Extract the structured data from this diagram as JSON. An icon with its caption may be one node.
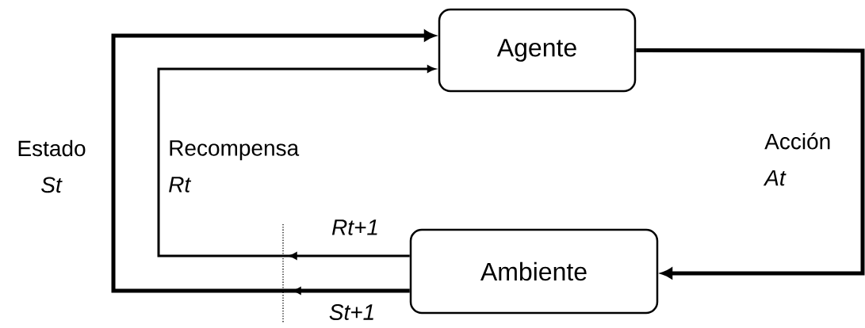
{
  "diagram": {
    "nodes": [
      {
        "text": [
          "Agente"
        ]
      },
      {
        "text": [
          "Ambiente"
        ]
      }
    ],
    "edges": [
      {
        "from": 0,
        "to": 1,
        "arrow": "to",
        "label": "Acción *At*"
      },
      {
        "from": 1,
        "to": 0,
        "arrow": "to",
        "label": "Recompensa *Rt*"
      },
      {
        "from": 1,
        "to": 0,
        "arrow": "to",
        "label": "Estado *St*"
      }
    ],
    "labels": [
      "Rt+1",
      "St+1"
    ]
  }
}
